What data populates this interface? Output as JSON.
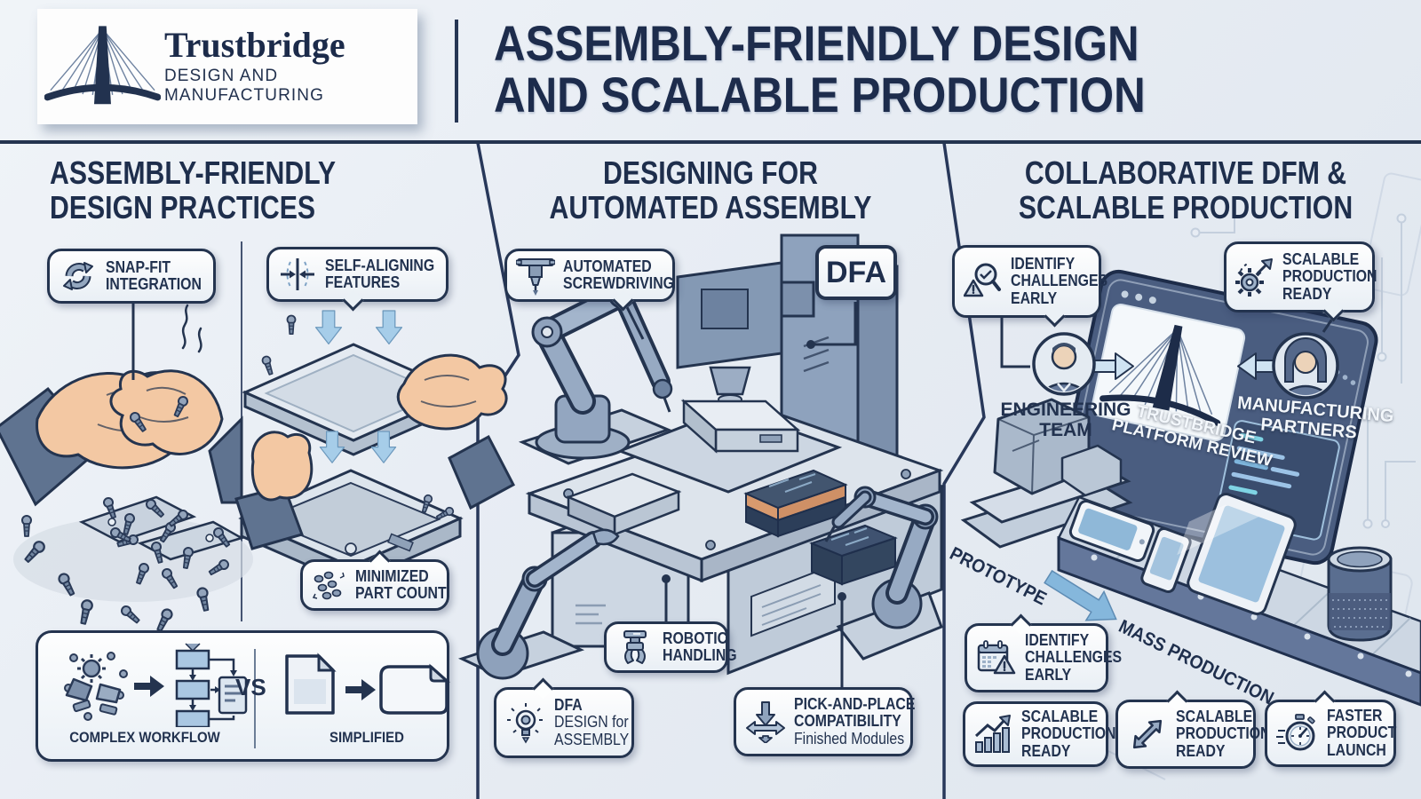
{
  "brand": {
    "name": "Trustbridge",
    "tagline": "DESIGN AND MANUFACTURING"
  },
  "header": {
    "title_line1": "ASSEMBLY-FRIENDLY DESIGN",
    "title_line2": "AND SCALABLE PRODUCTION"
  },
  "panel_left": {
    "heading_line1": "ASSEMBLY-FRIENDLY",
    "heading_line2": "DESIGN PRACTICES",
    "snap_fit_line1": "SNAP-FIT",
    "snap_fit_line2": "INTEGRATION",
    "self_align_line1": "SELF-ALIGNING",
    "self_align_line2": "FEATURES",
    "minimized_line1": "MINIMIZED",
    "minimized_line2": "PART COUNT",
    "complex_label": "COMPLEX WORKFLOW",
    "vs": "VS",
    "simplified_label": "SIMPLIFIED"
  },
  "panel_middle": {
    "heading_line1": "DESIGNING FOR",
    "heading_line2": "AUTOMATED ASSEMBLY",
    "screwdriving_line1": "AUTOMATED",
    "screwdriving_line2": "SCREWDRIVING",
    "dfa_badge": "DFA",
    "robotic_line1": "ROBOTIC",
    "robotic_line2": "HANDLING",
    "dfa_design_line1": "DFA",
    "dfa_design_line2": "DESIGN for",
    "dfa_design_line3": "ASSEMBLY",
    "pick_place_line1": "PICK-AND-PLACE",
    "pick_place_line2": "COMPATIBILITY",
    "pick_place_line3": "Finished Modules"
  },
  "panel_right": {
    "heading_line1": "COLLABORATIVE DFM &",
    "heading_line2": "SCALABLE PRODUCTION",
    "identify_top_line1": "IDENTIFY",
    "identify_top_line2": "CHALLENGES",
    "identify_top_line3": "EARLY",
    "scalable_top_line1": "SCALABLE",
    "scalable_top_line2": "PRODUCTION",
    "scalable_top_line3": "READY",
    "engineering_line1": "ENGINEERING",
    "engineering_line2": "TEAM",
    "platform_line1": "TRUSTBRIDGE",
    "platform_line2": "PLATFORM REVIEW",
    "manufacturing_line1": "MANUFACTURING",
    "manufacturing_line2": "PARTNERS",
    "prototype_label": "PROTOTYPE",
    "mass_production_label": "MASS PRODUCTION",
    "identify_bottom_line1": "IDENTIFY",
    "identify_bottom_line2": "CHALLENGES",
    "identify_bottom_line3": "EARLY",
    "scalable_chart_line1": "SCALABLE",
    "scalable_chart_line2": "PRODUCTION",
    "scalable_chart_line3": "READY",
    "scalable_arrows_line1": "SCALABLE",
    "scalable_arrows_line2": "PRODUCTION",
    "scalable_arrows_line3": "READY",
    "faster_line1": "FASTER",
    "faster_line2": "PRODUCT",
    "faster_line3": "LAUNCH"
  },
  "icons": {
    "bridge-logo-icon": "cable-stayed bridge",
    "snap-fit-icon": "circular sync arrows",
    "self-aligning-icon": "arrows converging on a line",
    "minimized-part-count-icon": "cluster of small parts",
    "parts-pile-icon": "scattered fasteners and gears",
    "flowchart-icon": "multi-step flowchart",
    "document-icon": "square document",
    "simplified-document-icon": "rounded document",
    "right-arrow-icon": "→",
    "automated-screwdriving-icon": "screwdriver head with bit",
    "robotic-handling-icon": "robotic gripper",
    "dfa-lightbulb-icon": "lightbulb with rays",
    "pick-and-place-icon": "cross directional arrows",
    "magnifier-check-icon": "magnifier with checkmark and warning triangle",
    "gear-scale-icon": "gear with expanding arrow",
    "engineer-avatar-icon": "male person",
    "manufacturing-avatar-icon": "female person",
    "calendar-alert-icon": "calendar with warning triangle",
    "growth-chart-icon": "rising bar chart with arrow",
    "scale-arrows-icon": "diagonal double-headed arrow",
    "stopwatch-icon": "stopwatch with speed lines"
  },
  "colors": {
    "navy": "#24344f",
    "background": "#e8edf4",
    "callout_bg": "#f3f7fb",
    "arrow_blue": "#9dc7e6",
    "screen_slate": "#4a5d80",
    "module_orange": "#d89a6e",
    "code_cyan": "#7fd4e4"
  }
}
